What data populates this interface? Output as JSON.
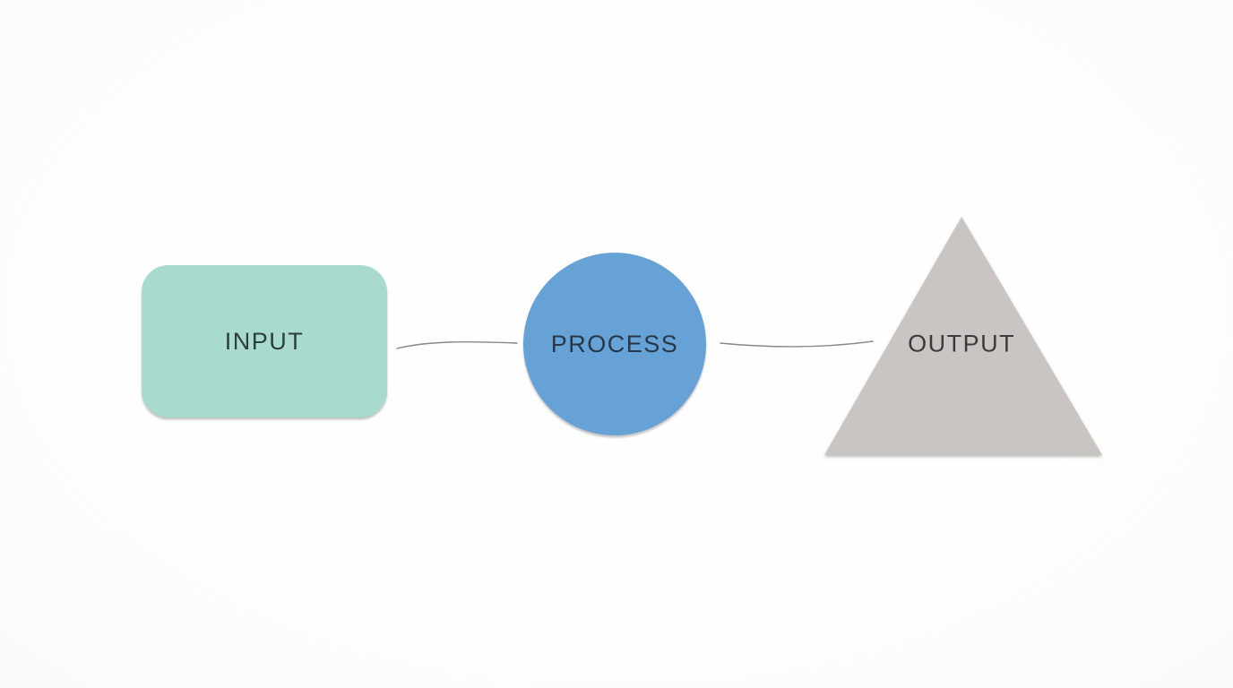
{
  "canvas": {
    "background": "#fdfdfc"
  },
  "diagram": {
    "title": "",
    "nodes": [
      {
        "id": "input",
        "label": "INPUT",
        "shape": "rounded-rectangle",
        "fill": "#a8dbcd",
        "text_color": "#2e3f3a"
      },
      {
        "id": "process",
        "label": "PROCESS",
        "shape": "circle",
        "fill": "#67a2d7",
        "text_color": "#263848"
      },
      {
        "id": "output",
        "label": "OUTPUT",
        "shape": "triangle",
        "fill": "#c8c5c3",
        "text_color": "#3d3b3a"
      }
    ],
    "connectors": [
      {
        "from": "input",
        "to": "process",
        "style": "thin-wavy-line",
        "color": "#878787"
      },
      {
        "from": "process",
        "to": "output",
        "style": "thin-wavy-line",
        "color": "#878787"
      }
    ]
  }
}
